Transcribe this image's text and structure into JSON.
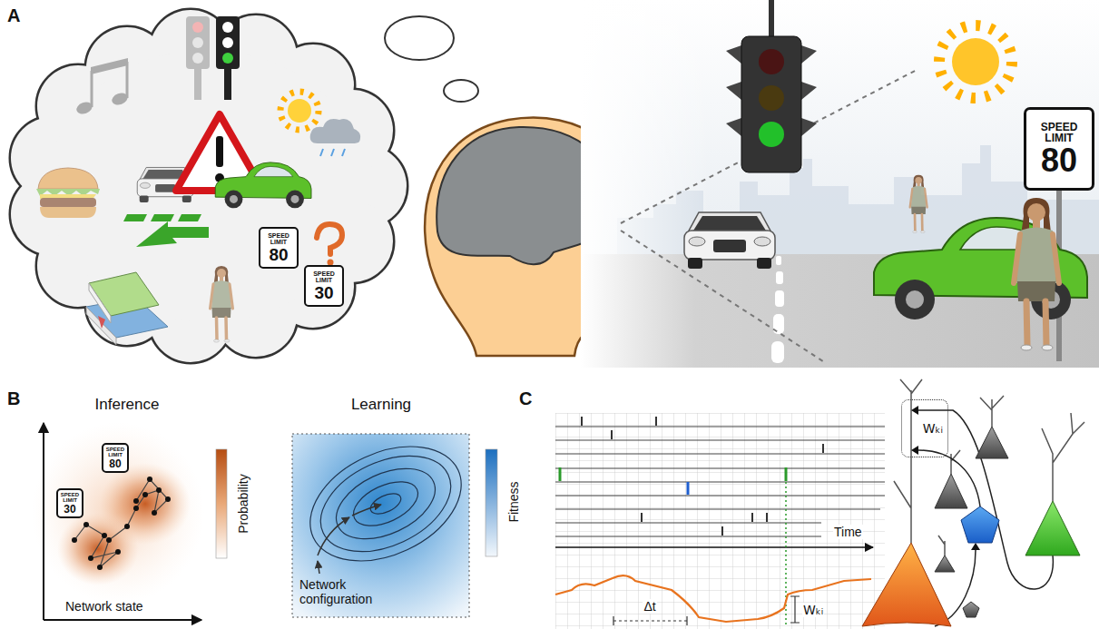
{
  "diagram": {
    "nodes": [
      {
        "text": [
          "SPEED LIMIT",
          "80"
        ]
      },
      {
        "text": [
          "SPEED LIMIT",
          "30"
        ]
      },
      {
        "text": [
          "SPEED LIMIT",
          "80"
        ]
      },
      {
        "text": [
          "SPEED LIMIT",
          "80"
        ]
      },
      {
        "text": [
          "SPEED LIMIT",
          "30"
        ]
      },
      {
        "text": [
          "Wₖᵢ"
        ]
      }
    ],
    "labels": [
      "A",
      "B",
      "C",
      "Inference",
      "Probability",
      "Network state",
      "Learning",
      "Fitness",
      "Network configuration",
      "Time",
      "Δt",
      "Wₖᵢ"
    ]
  }
}
